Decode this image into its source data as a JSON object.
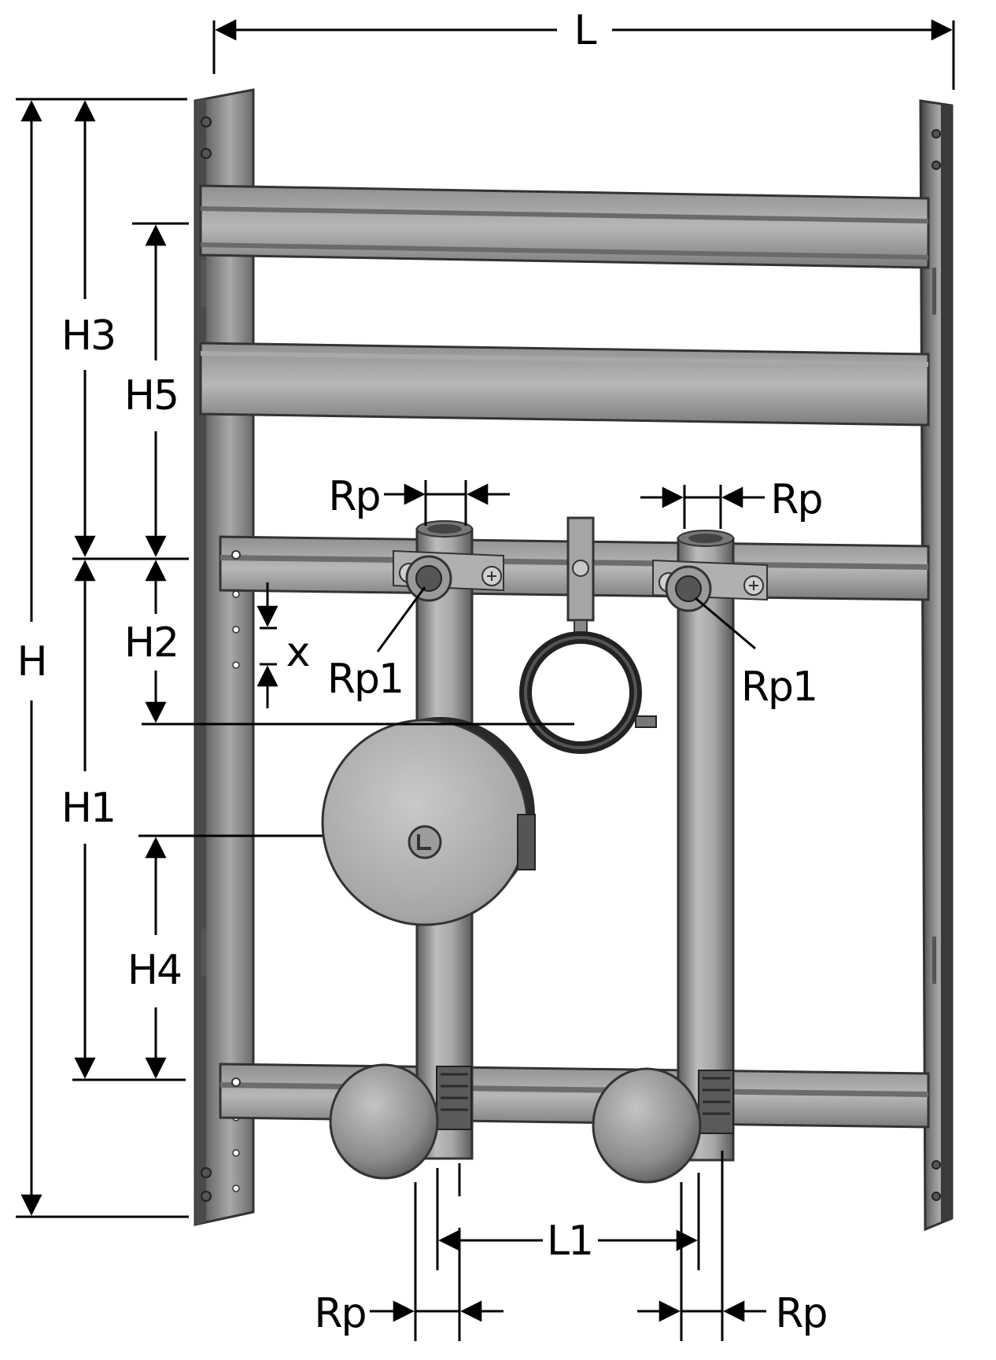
{
  "labels": {
    "L": "L",
    "L1": "L1",
    "H": "H",
    "H1": "H1",
    "H2": "H2",
    "H3": "H3",
    "H4": "H4",
    "H5": "H5",
    "x": "x",
    "rp_top_left": "Rp",
    "rp_top_right": "Rp",
    "rp1_left": "Rp1",
    "rp1_right": "Rp1",
    "rp_bottom_left": "Rp",
    "rp_bottom_right": "Rp"
  },
  "colors": {
    "frame_dark": "#4a4a4a",
    "frame_mid": "#8a8a8a",
    "frame_light": "#b5b5b5",
    "rail_edge": "#3a3a3a",
    "pipe": "#9e9e9e",
    "line": "#000000"
  }
}
